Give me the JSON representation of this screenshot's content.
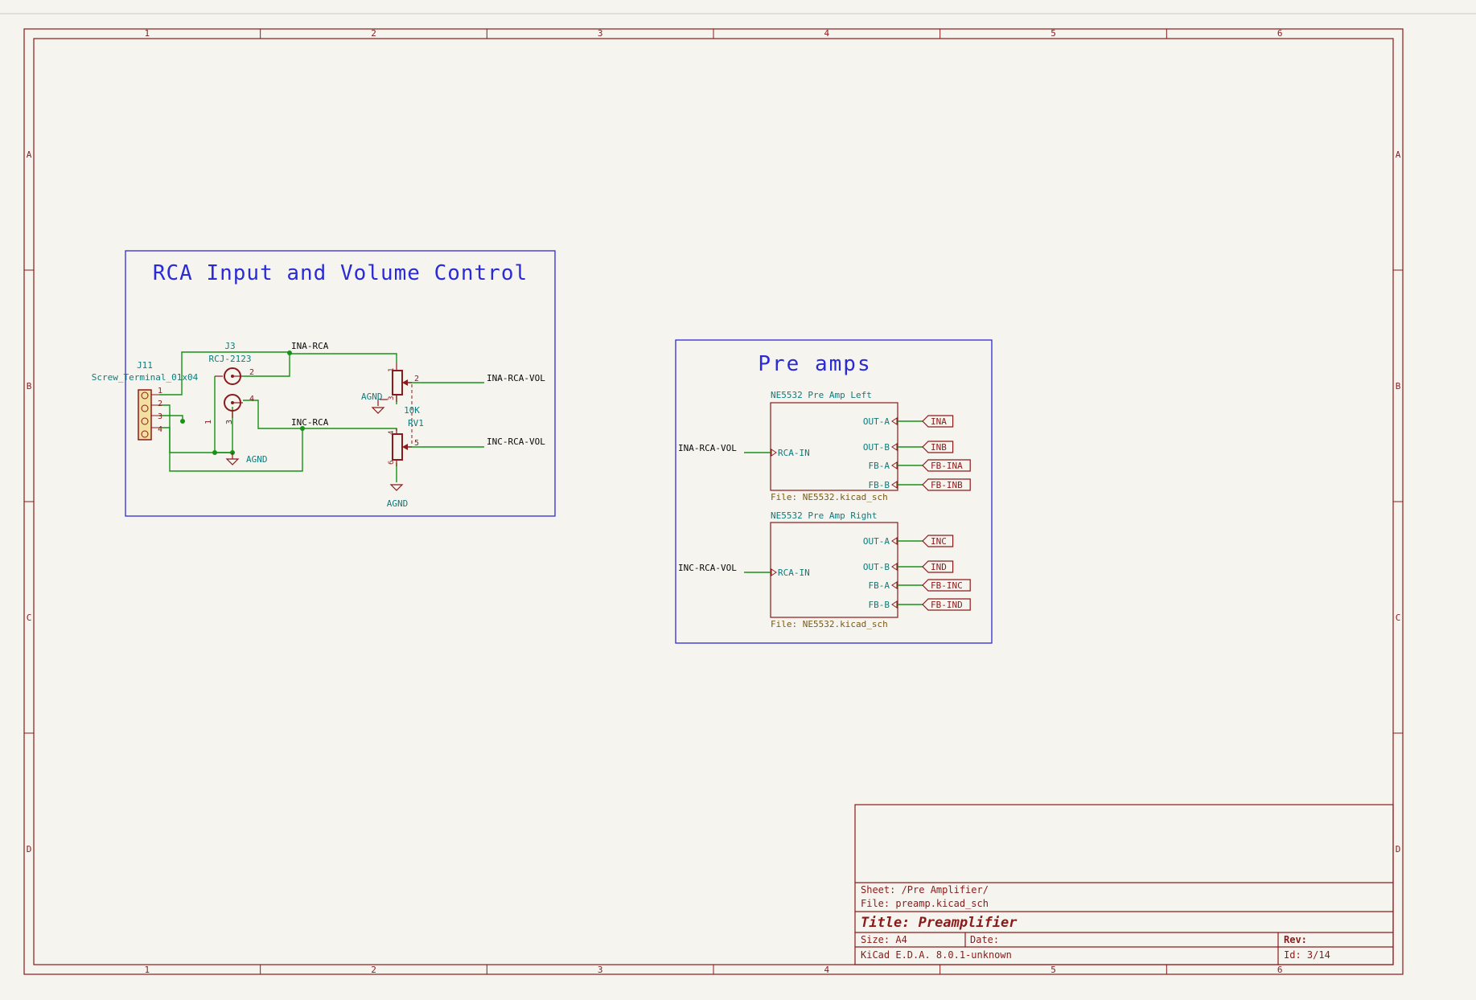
{
  "frame": {
    "columns": [
      "1",
      "2",
      "3",
      "4",
      "5",
      "6"
    ],
    "rows": [
      "A",
      "B",
      "C",
      "D"
    ]
  },
  "colors": {
    "background": "#f5f4ef",
    "frame": "#8b1a1a",
    "wire": "#169216",
    "sheet_border": "#2b2bd6",
    "label": "#0a0a0a",
    "ref": "#0f7b7b",
    "symbol": "#8b1a1a"
  },
  "rca_block": {
    "title": "RCA Input and Volume Control",
    "j11_ref": "J11",
    "j11_value": "Screw_Terminal_01x04",
    "j11_pins": [
      "1",
      "2",
      "3",
      "4"
    ],
    "j3_ref": "J3",
    "j3_value": "RCJ-2123",
    "j3_pins": [
      "2",
      "4",
      "1",
      "3"
    ],
    "net_ina_rca": "INA-RCA",
    "net_inc_rca": "INC-RCA",
    "agnd_left": "AGND",
    "agnd_mid": "AGND",
    "agnd_bottom": "AGND",
    "rv1_value": "10K",
    "rv1_ref": "RV1",
    "rv1_pins": [
      "1",
      "2",
      "3",
      "4",
      "5",
      "6"
    ],
    "out_ina_vol": "INA-RCA-VOL",
    "out_inc_vol": "INC-RCA-VOL"
  },
  "preamp_block": {
    "title": "Pre amps",
    "left": {
      "name": "NE5532 Pre Amp Left",
      "file": "File: NE5532.kicad_sch",
      "input_pin": "RCA-IN",
      "input_net": "INA-RCA-VOL",
      "pins": [
        "OUT-A",
        "OUT-B",
        "FB-A",
        "FB-B"
      ],
      "labels": [
        "INA",
        "INB",
        "FB-INA",
        "FB-INB"
      ]
    },
    "right": {
      "name": "NE5532 Pre Amp Right",
      "file": "File: NE5532.kicad_sch",
      "input_pin": "RCA-IN",
      "input_net": "INC-RCA-VOL",
      "pins": [
        "OUT-A",
        "OUT-B",
        "FB-A",
        "FB-B"
      ],
      "labels": [
        "INC",
        "IND",
        "FB-INC",
        "FB-IND"
      ]
    }
  },
  "title_block": {
    "sheet": "Sheet: /Pre Amplifier/",
    "file": "File: preamp.kicad_sch",
    "title": "Title: Preamplifier",
    "size": "Size: A4",
    "date": "Date:",
    "rev": "Rev:",
    "tool": "KiCad E.D.A. 8.0.1-unknown",
    "id": "Id: 3/14"
  }
}
